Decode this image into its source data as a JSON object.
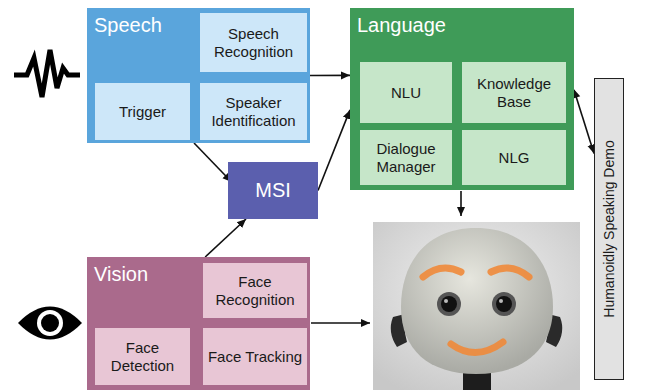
{
  "diagram": {
    "nodes": [
      {
        "text": [
          "Speech"
        ]
      },
      {
        "text": [
          "Speech Recognition"
        ],
        "in": 0
      },
      {
        "text": [
          "Trigger"
        ],
        "in": 0
      },
      {
        "text": [
          "Speaker Identification"
        ],
        "in": 0
      },
      {
        "text": [
          "Language"
        ]
      },
      {
        "text": [
          "NLU"
        ],
        "in": 4
      },
      {
        "text": [
          "Knowledge Base"
        ],
        "in": 4
      },
      {
        "text": [
          "Dialogue Manager"
        ],
        "in": 4
      },
      {
        "text": [
          "NLG"
        ],
        "in": 4
      },
      {
        "text": [
          "MSI"
        ]
      },
      {
        "text": [
          "Humanoidly Speaking Demo"
        ]
      },
      {
        "text": [
          "Vision"
        ]
      },
      {
        "text": [
          "Face Recognition"
        ],
        "in": 11
      },
      {
        "text": [
          "Face Detection"
        ],
        "in": 11
      },
      {
        "text": [
          "Face Tracking"
        ],
        "in": 11
      }
    ],
    "edges": [
      {
        "from": 0,
        "to": 4,
        "arrow": "to"
      },
      {
        "from": 0,
        "to": 9,
        "arrow": "to"
      },
      {
        "from": 9,
        "to": 4,
        "arrow": "to"
      },
      {
        "from": 11,
        "to": 9,
        "arrow": "to"
      },
      {
        "from": 4,
        "to": 10,
        "arrow": "both"
      }
    ]
  }
}
